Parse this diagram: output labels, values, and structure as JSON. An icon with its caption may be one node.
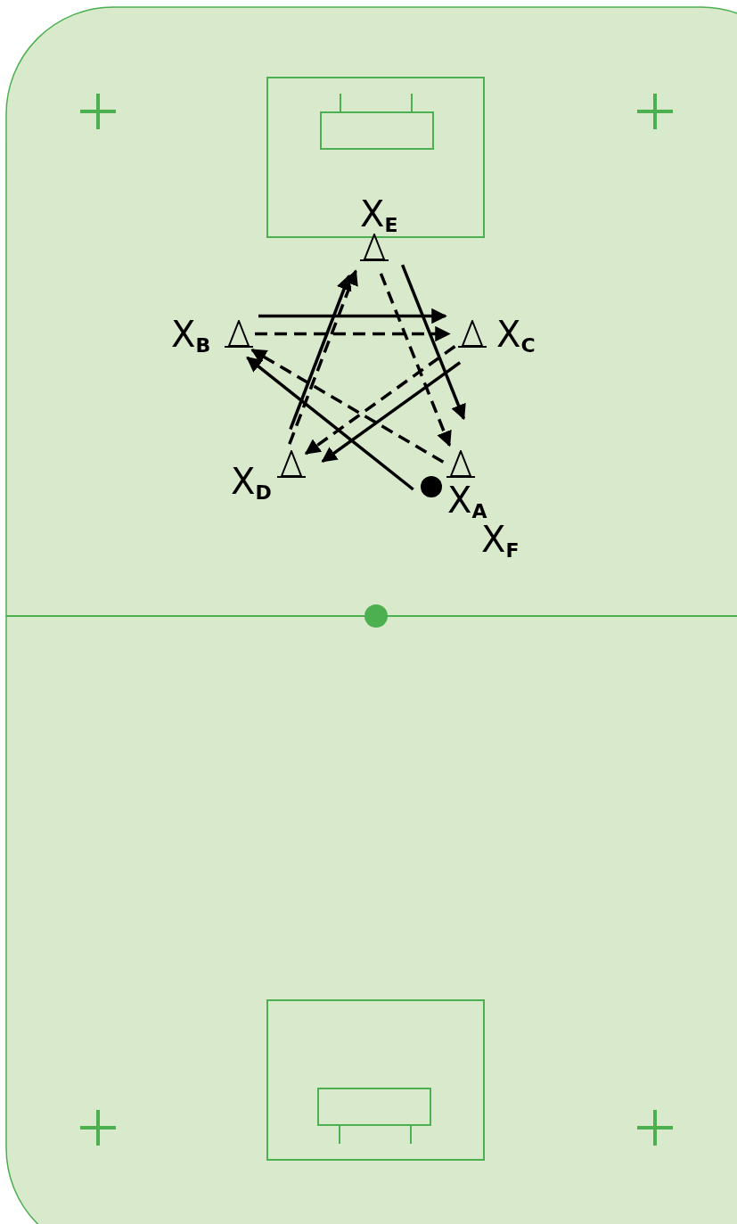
{
  "diagram": {
    "nodes": [
      {
        "text": [
          "X$_{E}$"
        ]
      },
      {
        "text": [],
        "shape": "triangle"
      },
      {
        "text": [
          "X$_{B}$"
        ]
      },
      {
        "text": [],
        "shape": "triangle"
      },
      {
        "text": [],
        "shape": "triangle"
      },
      {
        "text": [
          "X$_{C}$"
        ]
      },
      {
        "text": [],
        "shape": "triangle"
      },
      {
        "text": [
          "X$_{D}$"
        ]
      },
      {
        "text": [],
        "shape": "triangle"
      },
      {
        "text": [],
        "shape": "circle"
      },
      {
        "text": [
          "X$_{A}$"
        ]
      },
      {
        "text": [
          "X$_{F}$"
        ]
      }
    ],
    "edges": [
      {
        "from": 1,
        "to": 8,
        "arrow": "to",
        "style": "dashed"
      },
      {
        "from": 8,
        "to": 3,
        "arrow": "to",
        "style": "dashed"
      },
      {
        "from": 3,
        "to": 4,
        "arrow": "to",
        "style": "dashed"
      },
      {
        "from": 4,
        "to": 6,
        "arrow": "to",
        "style": "dashed"
      },
      {
        "from": 6,
        "to": 1,
        "arrow": "to",
        "style": "dashed"
      },
      {
        "from": 9,
        "to": 3,
        "arrow": "to"
      },
      {
        "from": 3,
        "to": 4,
        "arrow": "to"
      },
      {
        "from": 4,
        "to": 6,
        "arrow": "to"
      },
      {
        "from": 6,
        "to": 1,
        "arrow": "to"
      },
      {
        "from": 1,
        "to": 8,
        "arrow": "to"
      }
    ]
  }
}
